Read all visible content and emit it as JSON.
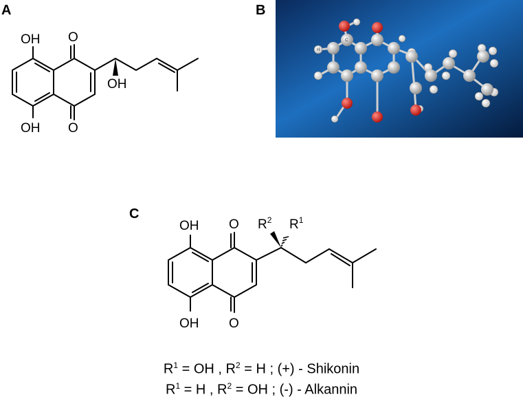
{
  "panels": {
    "a": {
      "label": "A"
    },
    "b": {
      "label": "B",
      "atom_label": "C",
      "hydrogen_label": "H"
    },
    "c": {
      "label": "C"
    }
  },
  "molecule": {
    "oh_top": "OH",
    "oh_bottom": "OH",
    "oxo_top": "O",
    "oxo_bottom": "O",
    "side_oh": "OH",
    "r1": "R",
    "r1_sup": "1",
    "r2": "R",
    "r2_sup": "2"
  },
  "colors": {
    "background_b_dark": "#041a3d",
    "background_b_light": "#1d6fbf",
    "carbon": "#b8b8b8",
    "oxygen": "#e0201a",
    "hydrogen": "#ffffff"
  },
  "captions": {
    "line1": {
      "r1": "R",
      "r1_sup": "1",
      "r1_val": " = OH , ",
      "r2": "R",
      "r2_sup": "2",
      "r2_val": " = H ; (+) - Shikonin"
    },
    "line2": {
      "r1": "R",
      "r1_sup": "1",
      "r1_val": " = H ,  ",
      "r2": "R",
      "r2_sup": "2",
      "r2_val": " = OH ; (-) - Alkannin"
    }
  }
}
